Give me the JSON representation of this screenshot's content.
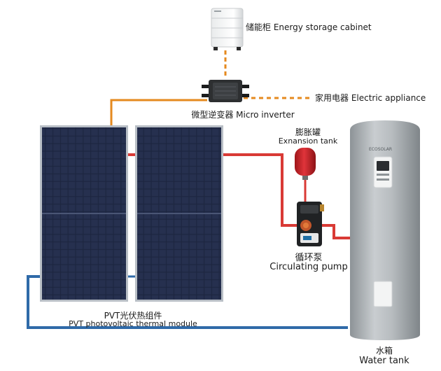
{
  "labels": {
    "energy_storage": "储能柜 Energy storage cabinet",
    "micro_inverter": "微型逆变器 Micro inverter",
    "electric_appliance": "家用电器 Electric appliance",
    "expansion_tank_cn": "膨胀罐",
    "expansion_tank_en": "Exnansion tank",
    "circulating_pump_cn": "循环泵",
    "circulating_pump_en": "Circulating pump",
    "pvt_module_cn": "PVT光伏热组件",
    "pvt_module_en": "PVT photovoltaic thermal module",
    "water_tank_cn": "水箱",
    "water_tank_en": "Water tank",
    "tank_brand": "ECOSOLAR"
  },
  "colors": {
    "hot_pipe": "#d93a35",
    "cold_pipe": "#2f6aa8",
    "power_line": "#e58a1f",
    "panel_cell": "#1d2640",
    "panel_frame": "#b9bfc6",
    "tank_body": "#a8aeb2",
    "expansion_tank": "#d1232a"
  }
}
